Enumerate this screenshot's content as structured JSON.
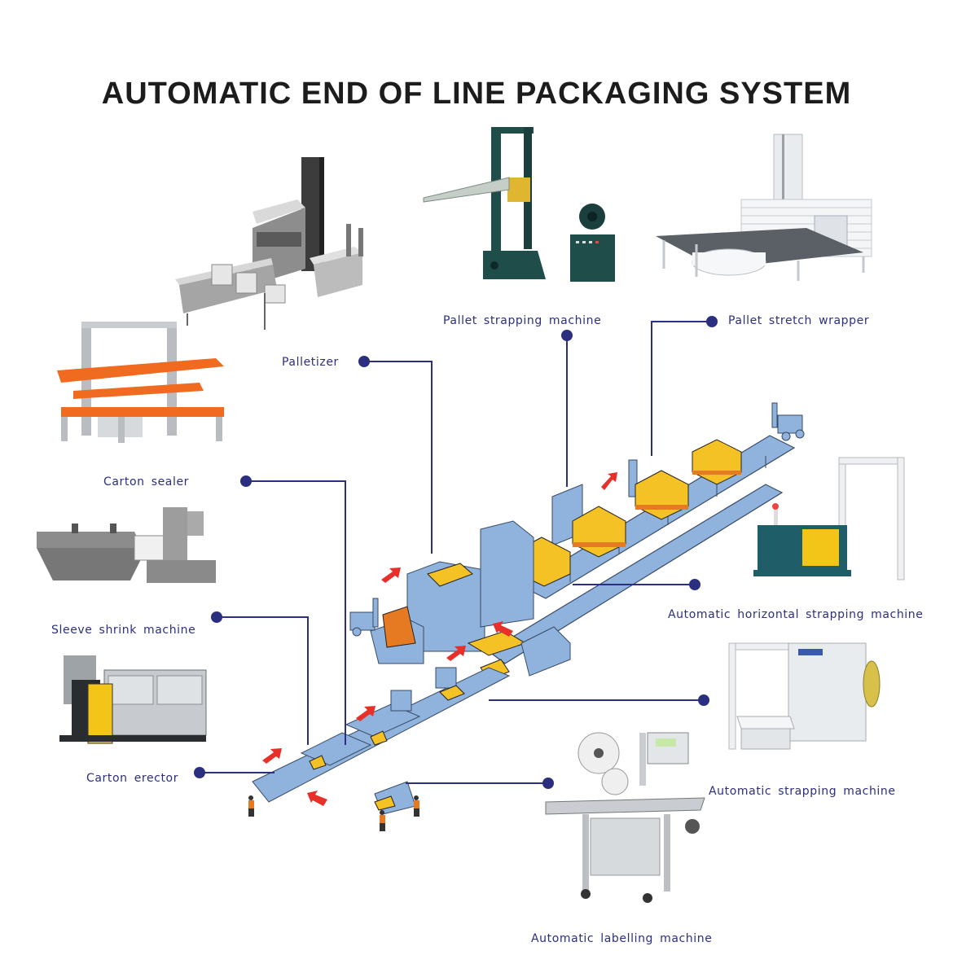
{
  "title": "AUTOMATIC END OF LINE PACKAGING SYSTEM",
  "colors": {
    "callout": "#2b2f80",
    "line_steel": "#8fb3dc",
    "line_steel_dark": "#3a4a66",
    "cargo": "#f5c225",
    "arrow": "#e8302a",
    "pallet": "#e57a22",
    "machine_teal": "#1f5e68",
    "machine_orange": "#f06a20",
    "machine_yellow": "#f2c518"
  },
  "machines": [
    {
      "id": "palletizer",
      "label": "Palletizer",
      "image_icon": "palletizer-machine-icon"
    },
    {
      "id": "pallet-strapping",
      "label": "Pallet strapping machine",
      "image_icon": "pallet-strapping-machine-icon"
    },
    {
      "id": "pallet-stretch-wrapper",
      "label": "Pallet stretch wrapper",
      "image_icon": "pallet-stretch-wrapper-icon"
    },
    {
      "id": "carton-sealer",
      "label": "Carton sealer",
      "image_icon": "carton-sealer-icon"
    },
    {
      "id": "sleeve-shrink",
      "label": "Sleeve shrink machine",
      "image_icon": "sleeve-shrink-machine-icon"
    },
    {
      "id": "carton-erector",
      "label": "Carton erector",
      "image_icon": "carton-erector-icon"
    },
    {
      "id": "horizontal-strapping",
      "label": "Automatic horizontal strapping machine",
      "image_icon": "horizontal-strapping-machine-icon"
    },
    {
      "id": "automatic-strapping",
      "label": "Automatic strapping machine",
      "image_icon": "automatic-strapping-machine-icon"
    },
    {
      "id": "labelling",
      "label": "Automatic labelling machine",
      "image_icon": "labelling-machine-icon"
    }
  ]
}
